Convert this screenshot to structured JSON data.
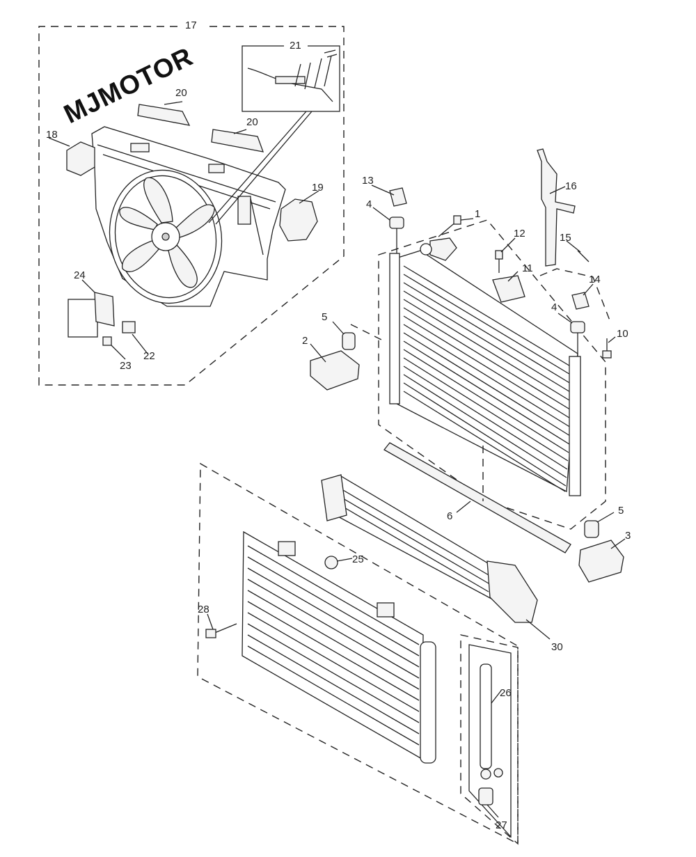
{
  "watermark": "MJMOTOR",
  "callouts": {
    "c17": "17",
    "c21": "21",
    "c20a": "20",
    "c20b": "20",
    "c18": "18",
    "c19": "19",
    "c24": "24",
    "c22": "22",
    "c23": "23",
    "c13": "13",
    "c4a": "4",
    "c1": "1",
    "c12": "12",
    "c16": "16",
    "c15": "15",
    "c11": "11",
    "c14": "14",
    "c4b": "4",
    "c5a": "5",
    "c2": "2",
    "c10": "10",
    "c6": "6",
    "c5b": "5",
    "c3": "3",
    "c25": "25",
    "c28": "28",
    "c30": "30",
    "c26": "26",
    "c27": "27"
  }
}
